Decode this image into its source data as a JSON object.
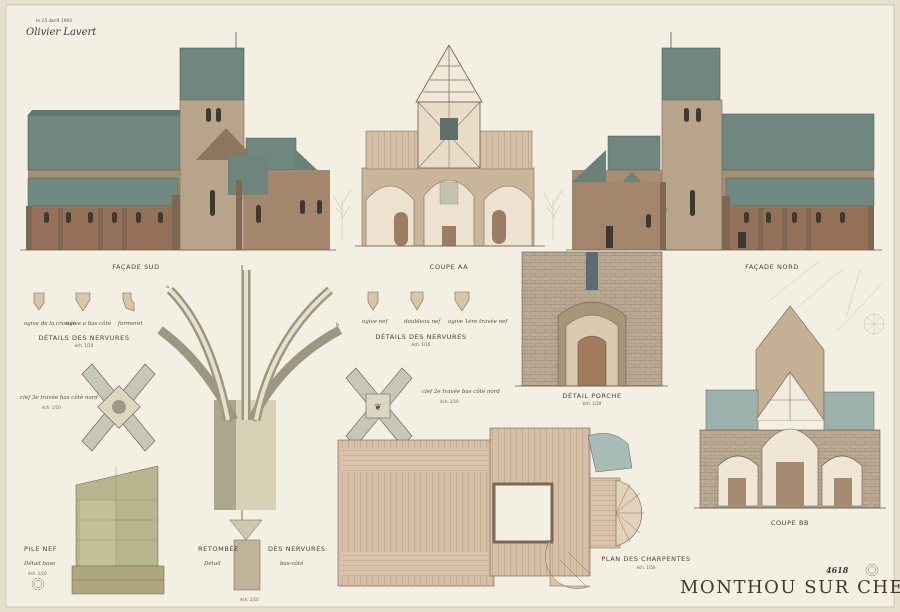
{
  "sheet": {
    "title": "MONTHOU SUR CHER",
    "signature": "Olivier Lavert",
    "date": "le 15 Avril 1902",
    "plate_number": "4618"
  },
  "facades": {
    "south": "FAÇADE SUD",
    "north": "FAÇADE NORD"
  },
  "sections": {
    "aa": "COUPE AA",
    "bb": "COUPE BB"
  },
  "details": {
    "ribs_left": {
      "title": "DÉTAILS DES NERVURES",
      "scale": "éch. 1/10",
      "items": [
        "ogive de la croisée",
        "ogive a bas côté",
        "formeret"
      ]
    },
    "ribs_right": {
      "title": "DÉTAILS DES NERVURES",
      "scale": "éch. 1/10",
      "items": [
        "ogive nef",
        "doubleau nef",
        "ogive 1ère travée nef"
      ]
    },
    "keystone_left": {
      "label": "clef 3e travée bas côté nord",
      "scale": "éch. 1/10"
    },
    "keystone_right": {
      "label": "clef 2e travée bas côté nord",
      "scale": "éch. 1/10"
    },
    "porch": {
      "label": "DÉTAIL PORCHE",
      "scale": "éch. 1/20"
    },
    "pier": {
      "label": "PILE NEF",
      "note": "Détail base",
      "scale": "éch. 1/10"
    },
    "springing": {
      "label_left": "RETOMBÉE",
      "label_right": "DES NERVURES",
      "note_left": "Détail",
      "note_right": "bas-côté",
      "scale": "éch. 1/10"
    },
    "roof_plan": {
      "label": "PLAN DES CHARPENTES",
      "scale": "éch. 1/50"
    }
  },
  "colors": {
    "paper": "#f3efe2",
    "roof_slate": "#6f877e",
    "stone": "#b7a48b",
    "brick": "#93705a",
    "wood": "#c8a88a",
    "ink": "#4a4238"
  }
}
